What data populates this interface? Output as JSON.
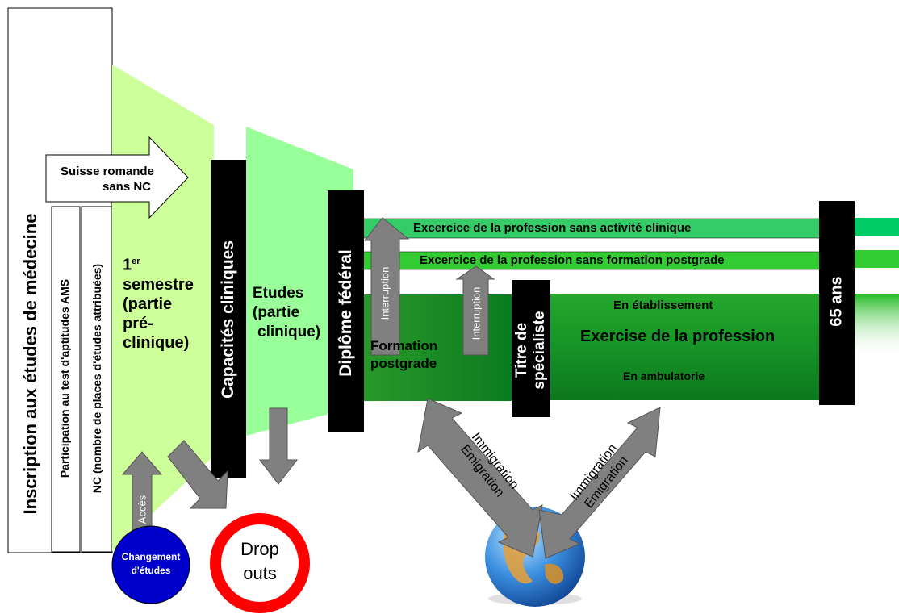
{
  "inscription": "Inscription aux études de médecine",
  "participation": "Participation au test d'aptitudes AMS",
  "nc": "NC (nombre de places d'études attribuées)",
  "suisse_line1": "Suisse romande",
  "suisse_line2": "sans NC",
  "semestre_1": "1",
  "semestre_sup": "er",
  "semestre_lines": [
    "semestre",
    "(partie",
    "pré-",
    "clinique)"
  ],
  "capacites": "Capacités cliniques",
  "etudes_lines": [
    "Etudes",
    "(partie",
    "clinique)"
  ],
  "diplome": "Diplôme fédéral",
  "interruption": "Interruption",
  "formation_lines": [
    "Formation",
    "postgrade"
  ],
  "titre_lines": [
    "Titre de",
    "spécialiste"
  ],
  "exercice_sans_clinique": "Excercice de la profession sans activité clinique",
  "exercice_sans_postgrade": "Excercice de la profession sans formation postgrade",
  "en_etablissement": "En établissement",
  "exercise_profession": "Exercise de la profession",
  "en_ambulatorie": "En ambulatorie",
  "age_65": "65 ans",
  "acces": "Accès",
  "changement_lines": [
    "Changement",
    "d'études"
  ],
  "dropouts_lines": [
    "Drop",
    "outs"
  ],
  "immigration": "Immigration",
  "emigration": "Emigration",
  "colors": {
    "light_green": "#ccff99",
    "mid_green": "#99ff99",
    "bright_green": "#00cc66",
    "dark_green": "#008a28",
    "black": "#000000",
    "arrow_gray": "#808080",
    "blue_circle": "#0000cc",
    "red_ring": "#ff0000"
  }
}
